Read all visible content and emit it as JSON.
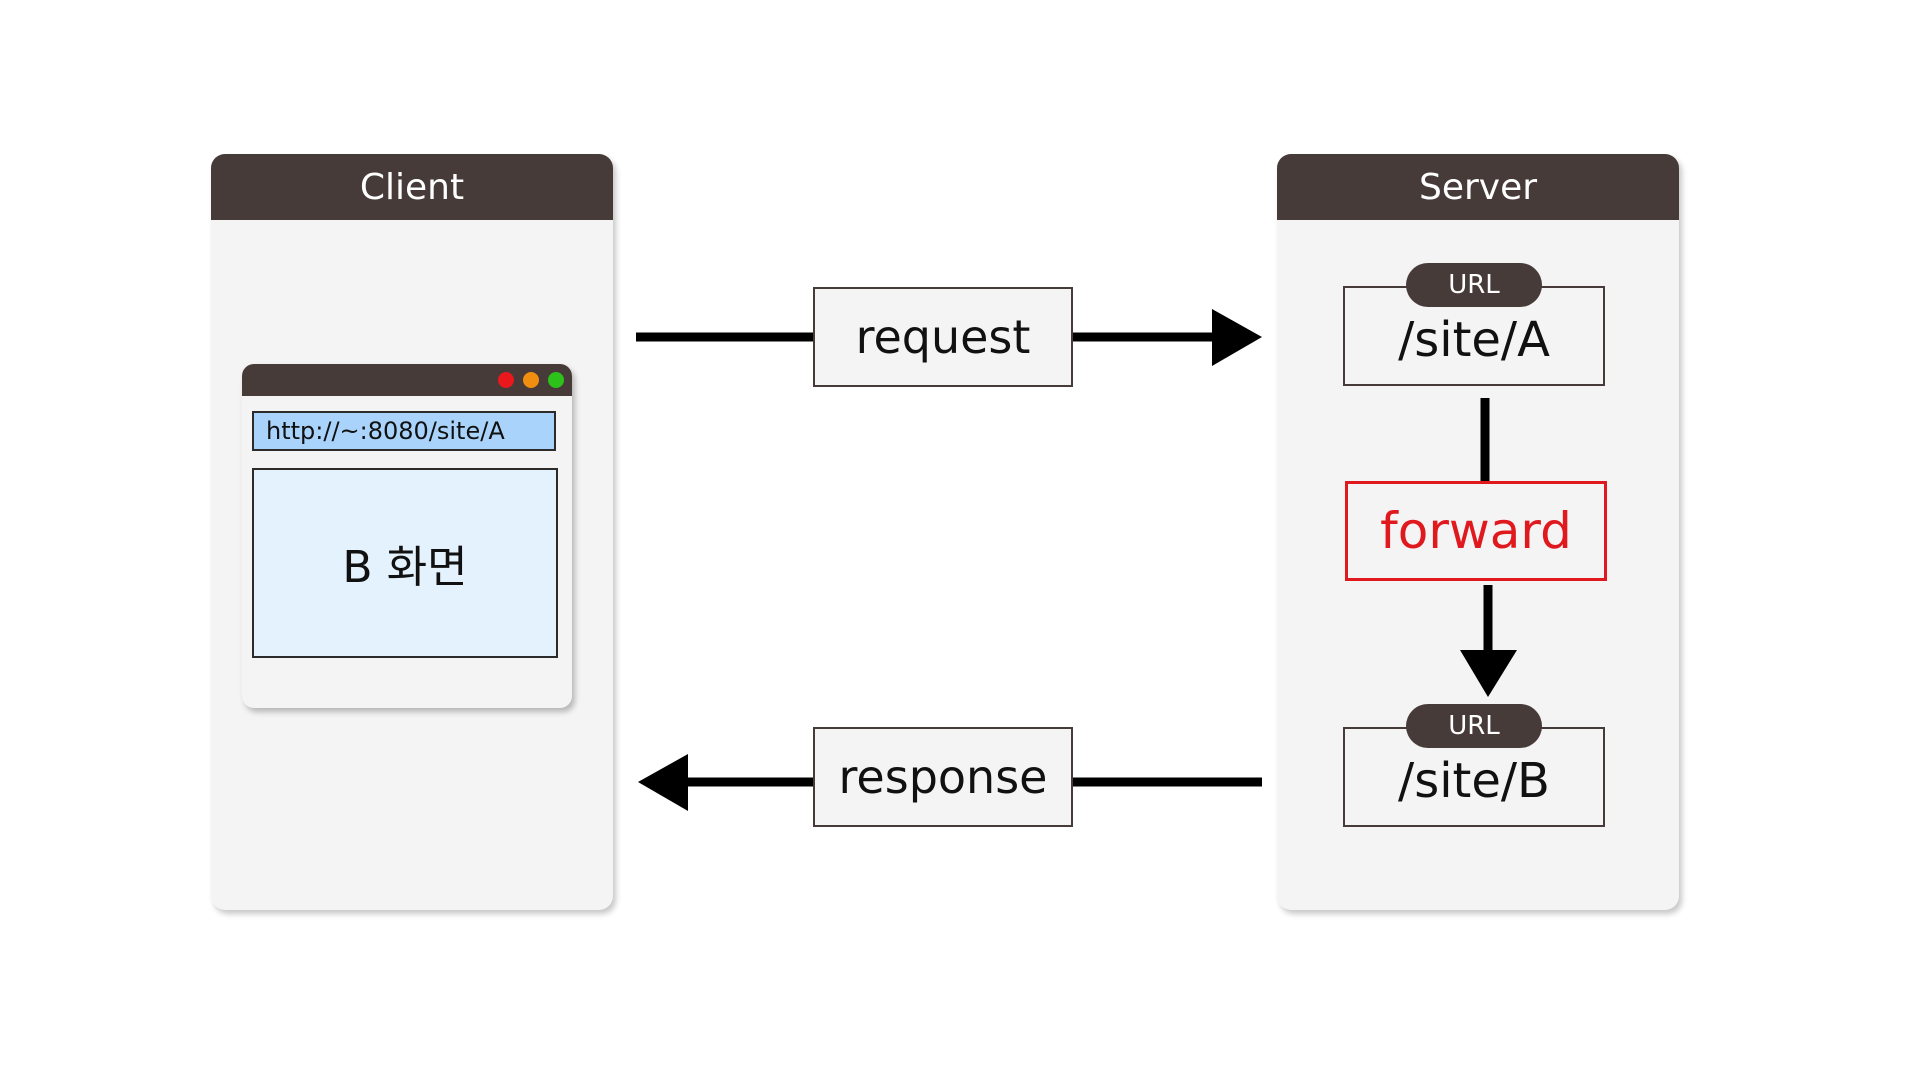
{
  "client": {
    "title": "Client"
  },
  "server": {
    "title": "Server"
  },
  "browser": {
    "url": "http://~:8080/site/A",
    "content": "B 화면",
    "window_dots": [
      "#e8181c",
      "#ef8e0f",
      "#2dc21a"
    ]
  },
  "messages": {
    "request": "request",
    "response": "response"
  },
  "routes": [
    {
      "pill": "URL",
      "path": "/site/A"
    },
    {
      "pill": "URL",
      "path": "/site/B"
    }
  ],
  "forward": {
    "label": "forward",
    "color": "#e0191e"
  },
  "colors": {
    "header": "#463b39",
    "panel": "#f4f4f4",
    "url_bar": "#a9d3fb",
    "page": "#e4f2fd"
  }
}
